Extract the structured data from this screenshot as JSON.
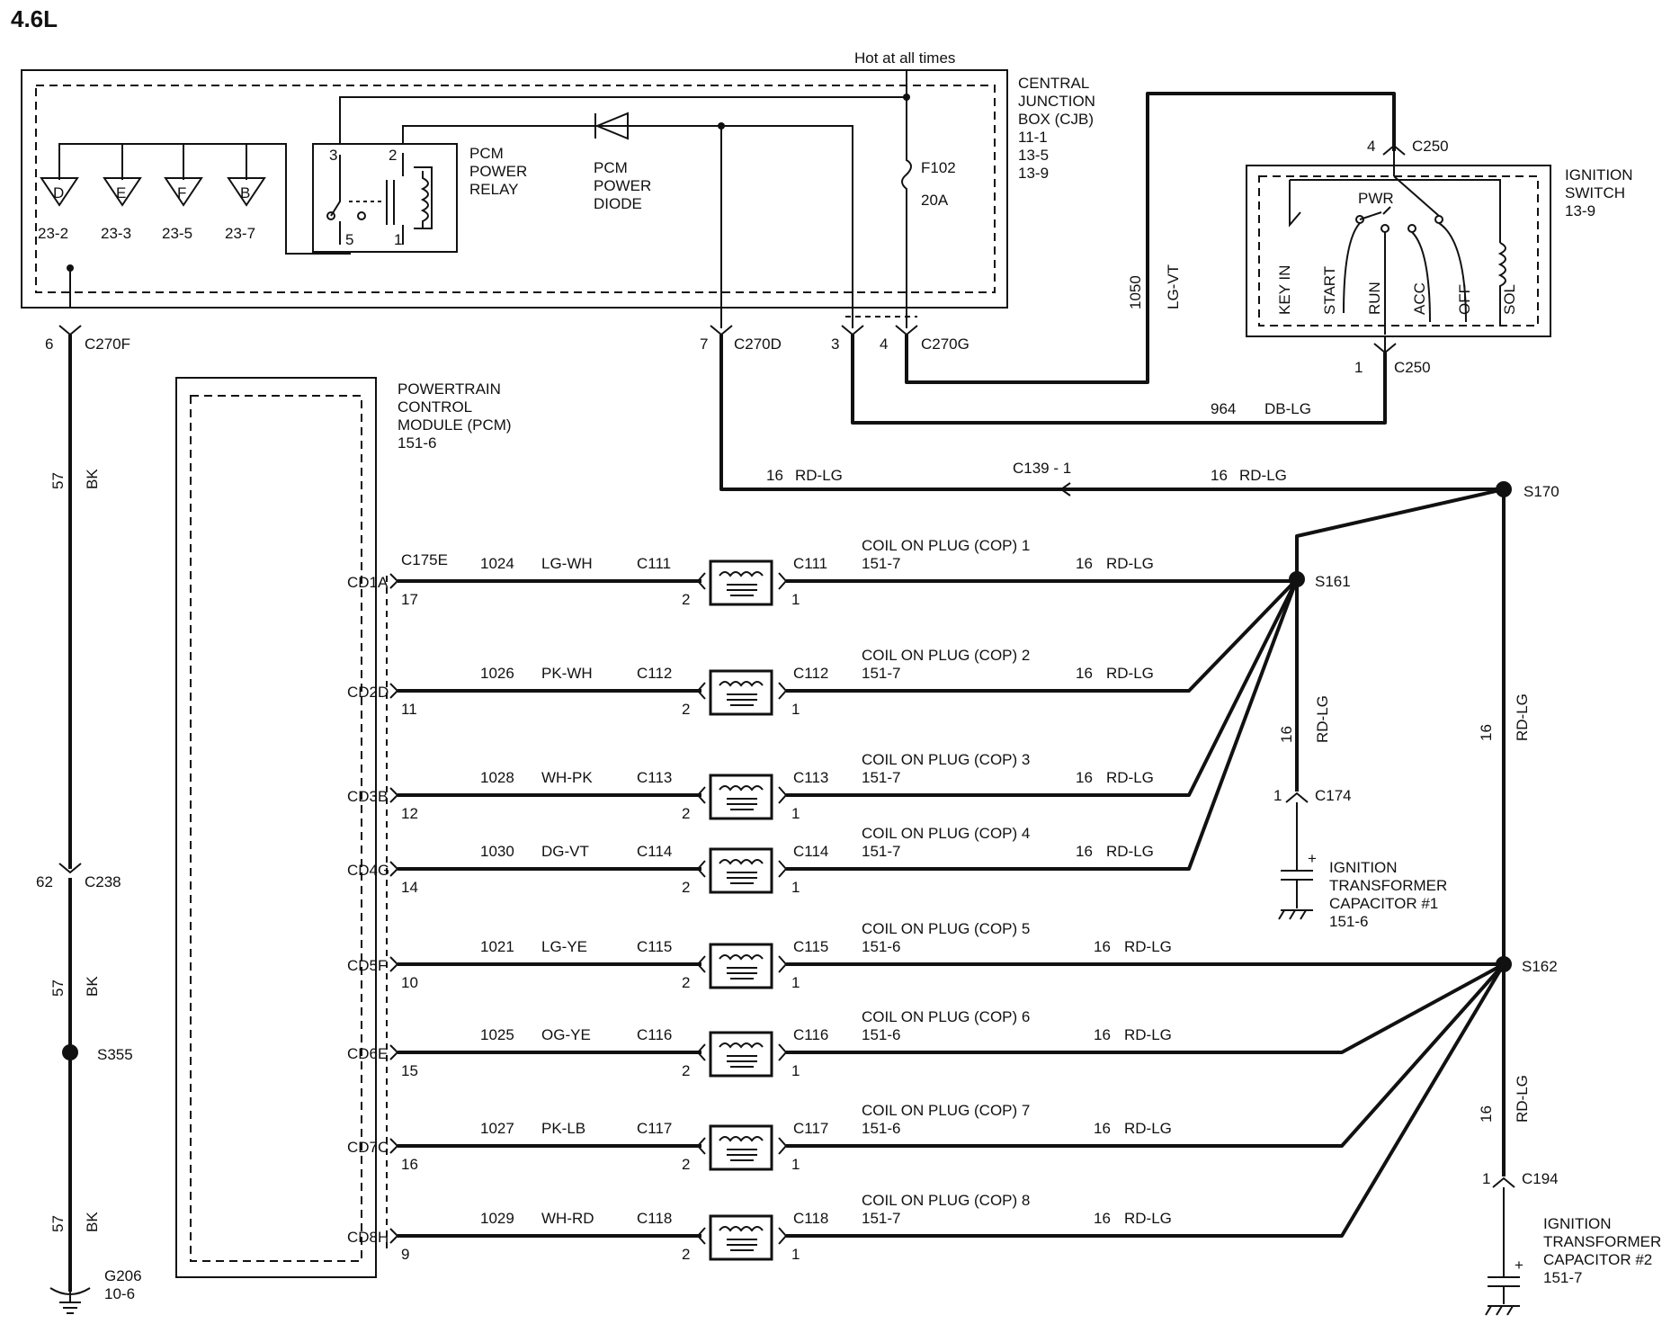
{
  "title": "4.6L",
  "hot_label": "Hot at all times",
  "cjb": {
    "lines": [
      "CENTRAL",
      "JUNCTION",
      "BOX (CJB)",
      "11-1",
      "13-5",
      "13-9"
    ]
  },
  "grounds": [
    {
      "letter": "D",
      "ref": "23-2"
    },
    {
      "letter": "E",
      "ref": "23-3"
    },
    {
      "letter": "F",
      "ref": "23-5"
    },
    {
      "letter": "B",
      "ref": "23-7"
    }
  ],
  "relay": {
    "lines": [
      "PCM",
      "POWER",
      "RELAY"
    ],
    "pins": [
      "3",
      "2",
      "5",
      "1"
    ]
  },
  "diode": {
    "lines": [
      "PCM",
      "POWER",
      "DIODE"
    ]
  },
  "fuse": {
    "name": "F102",
    "rating": "20A"
  },
  "ignition": {
    "lines": [
      "IGNITION",
      "SWITCH",
      "13-9"
    ],
    "pwr": "PWR",
    "positions": [
      "KEY IN",
      "START",
      "RUN",
      "ACC",
      "OFF",
      "SOL"
    ]
  },
  "pcm": {
    "lines": [
      "POWERTRAIN",
      "CONTROL",
      "MODULE (PCM)",
      "151-6"
    ]
  },
  "connectors": {
    "c270f_pin": "6",
    "c270f": "C270F",
    "c270d_pin": "7",
    "c270d": "C270D",
    "c270g_pin3": "3",
    "c270g_pin4": "4",
    "c270g": "C270G",
    "c250_top_pin": "4",
    "c250_top": "C250",
    "c250_bot_pin": "1",
    "c250_bot": "C250",
    "c139": "C139  -  1",
    "c175e": "C175E",
    "c238_pin": "62",
    "c238": "C238",
    "c174_pin": "1",
    "c174": "C174",
    "c194_pin": "1",
    "c194": "C194"
  },
  "wires": {
    "w1050": "1050",
    "w1050_color": "LG-VT",
    "w964": "964",
    "w964_color": "DB-LG",
    "rdlg_a": "16",
    "rdlg_a_color": "RD-LG",
    "rdlg_b": "16",
    "rdlg_b_color": "RD-LG",
    "bk1": "57",
    "bk1_color": "BK",
    "bk2": "57",
    "bk2_color": "BK",
    "bk3": "57",
    "bk3_color": "BK",
    "v161": "16",
    "v161_color": "RD-LG",
    "v170": "16",
    "v170_color": "RD-LG",
    "v162": "16",
    "v162_color": "RD-LG"
  },
  "splices": {
    "s170": "S170",
    "s161": "S161",
    "s162": "S162",
    "s355": "S355"
  },
  "ground_g206": {
    "name": "G206",
    "ref": "10-6"
  },
  "capacitors": [
    {
      "lines": [
        "IGNITION",
        "TRANSFORMER",
        "CAPACITOR  #1",
        "151-6"
      ]
    },
    {
      "lines": [
        "IGNITION",
        "TRANSFORMER",
        "CAPACITOR #2",
        "151-7"
      ]
    }
  ],
  "coils": [
    {
      "pcm_pin": "CD1A",
      "pin": "17",
      "circuit": "1024",
      "color": "LG-WH",
      "conn": "C111",
      "title": "COIL ON PLUG (COP) 1",
      "ref": "151-7",
      "gauge": "16",
      "wire": "RD-LG",
      "left_pin": "2",
      "right_pin": "1"
    },
    {
      "pcm_pin": "CD2D",
      "pin": "11",
      "circuit": "1026",
      "color": "PK-WH",
      "conn": "C112",
      "title": "COIL ON PLUG (COP) 2",
      "ref": "151-7",
      "gauge": "16",
      "wire": "RD-LG",
      "left_pin": "2",
      "right_pin": "1"
    },
    {
      "pcm_pin": "CD3B",
      "pin": "12",
      "circuit": "1028",
      "color": "WH-PK",
      "conn": "C113",
      "title": "COIL ON PLUG (COP) 3",
      "ref": "151-7",
      "gauge": "16",
      "wire": "RD-LG",
      "left_pin": "2",
      "right_pin": "1"
    },
    {
      "pcm_pin": "CD4G",
      "pin": "14",
      "circuit": "1030",
      "color": "DG-VT",
      "conn": "C114",
      "title": "COIL ON PLUG (COP) 4",
      "ref": "151-7",
      "gauge": "16",
      "wire": "RD-LG",
      "left_pin": "2",
      "right_pin": "1"
    },
    {
      "pcm_pin": "CD5F",
      "pin": "10",
      "circuit": "1021",
      "color": "LG-YE",
      "conn": "C115",
      "title": "COIL ON PLUG (COP) 5",
      "ref": "151-6",
      "gauge": "16",
      "wire": "RD-LG",
      "left_pin": "2",
      "right_pin": "1"
    },
    {
      "pcm_pin": "CD6E",
      "pin": "15",
      "circuit": "1025",
      "color": "OG-YE",
      "conn": "C116",
      "title": "COIL ON PLUG (COP) 6",
      "ref": "151-6",
      "gauge": "16",
      "wire": "RD-LG",
      "left_pin": "2",
      "right_pin": "1"
    },
    {
      "pcm_pin": "CD7C",
      "pin": "16",
      "circuit": "1027",
      "color": "PK-LB",
      "conn": "C117",
      "title": "COIL ON PLUG (COP) 7",
      "ref": "151-6",
      "gauge": "16",
      "wire": "RD-LG",
      "left_pin": "2",
      "right_pin": "1"
    },
    {
      "pcm_pin": "CD8H",
      "pin": "9",
      "circuit": "1029",
      "color": "WH-RD",
      "conn": "C118",
      "title": "COIL ON PLUG (COP) 8",
      "ref": "151-7",
      "gauge": "16",
      "wire": "RD-LG",
      "left_pin": "2",
      "right_pin": "1"
    }
  ]
}
